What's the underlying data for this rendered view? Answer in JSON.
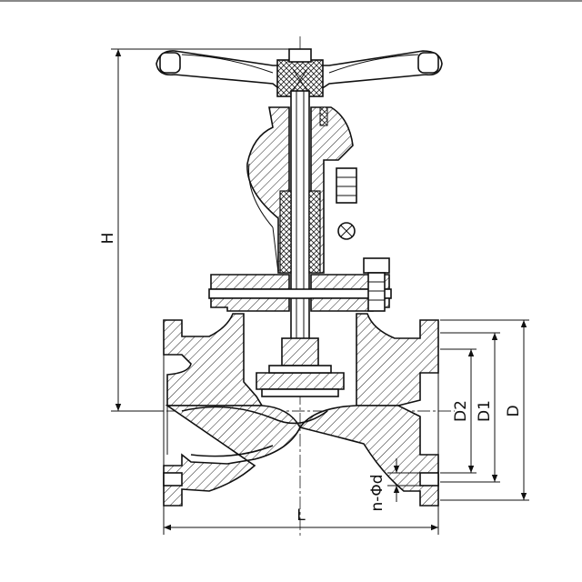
{
  "labels": {
    "height": "H",
    "length": "L",
    "raised_face_diameter": "D2",
    "bolt_circle_diameter": "D1",
    "flange_diameter": "D",
    "bolt_holes": "n-Φd"
  }
}
